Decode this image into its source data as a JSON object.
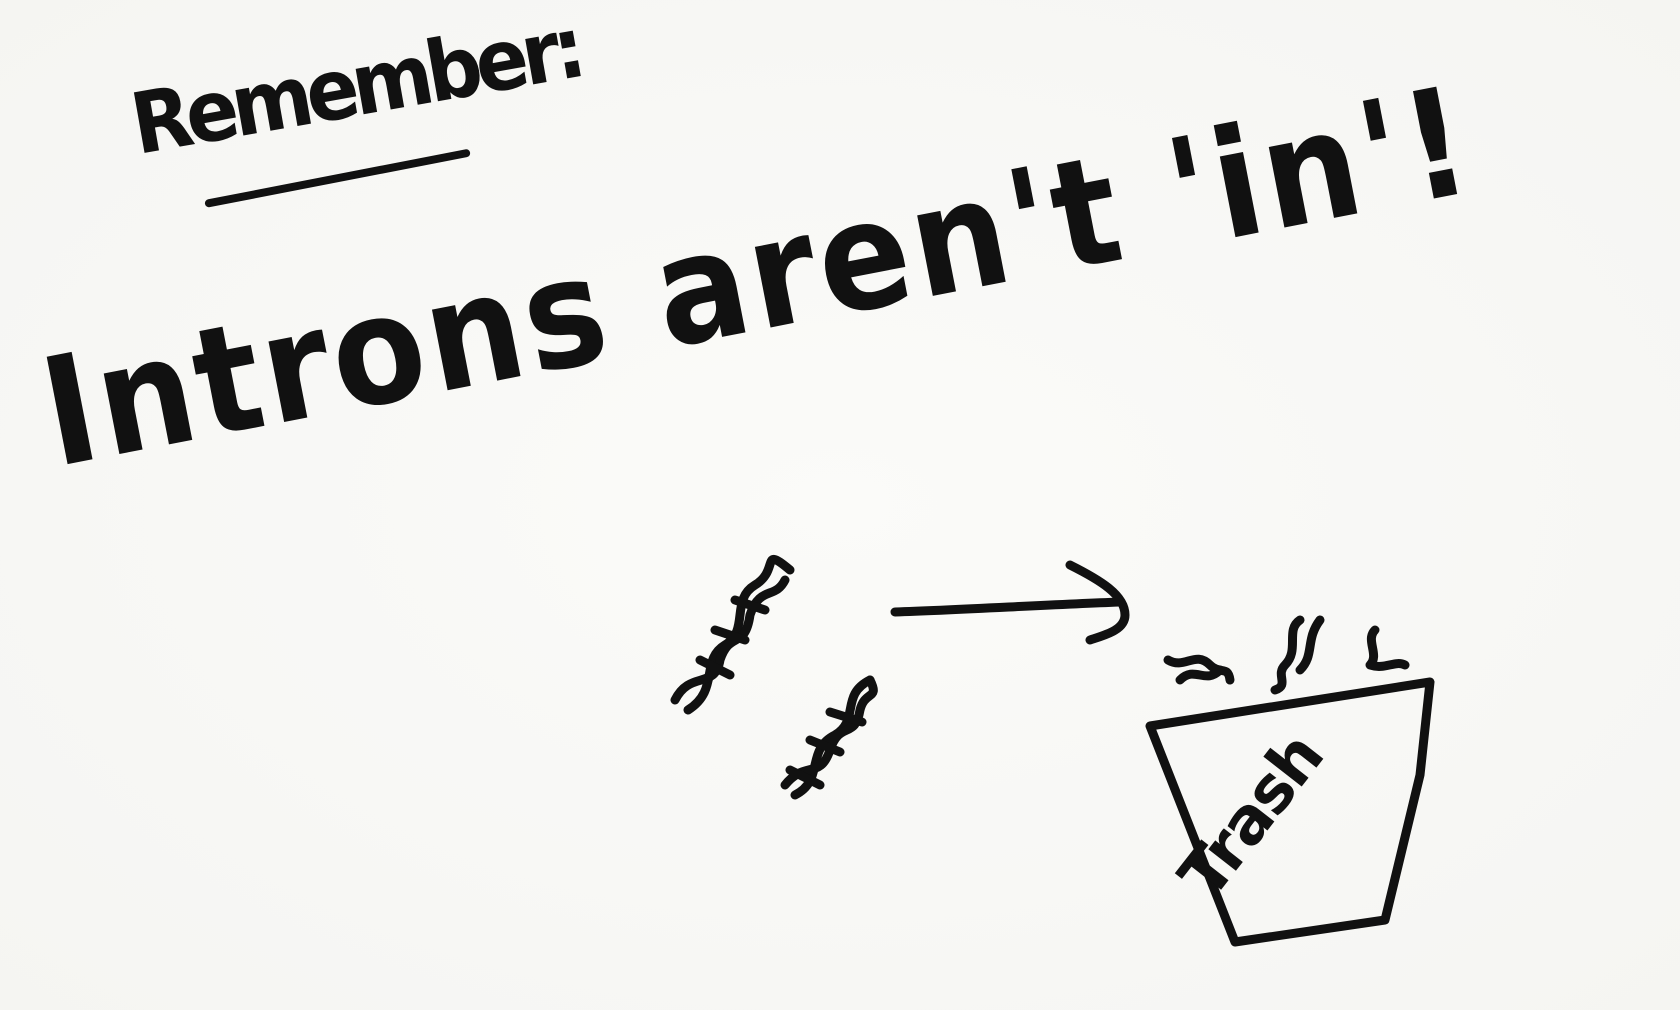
{
  "note": {
    "heading": "Remember:",
    "headline": "Introns aren't 'in'!"
  },
  "illustration": {
    "bin_label": "Trash",
    "icons": {
      "strand": "dna-strand-icon",
      "arrow": "arrow-right-icon",
      "bin": "trash-bin-icon"
    },
    "ink_color": "#111111",
    "paper_color": "#f8f8f6"
  }
}
